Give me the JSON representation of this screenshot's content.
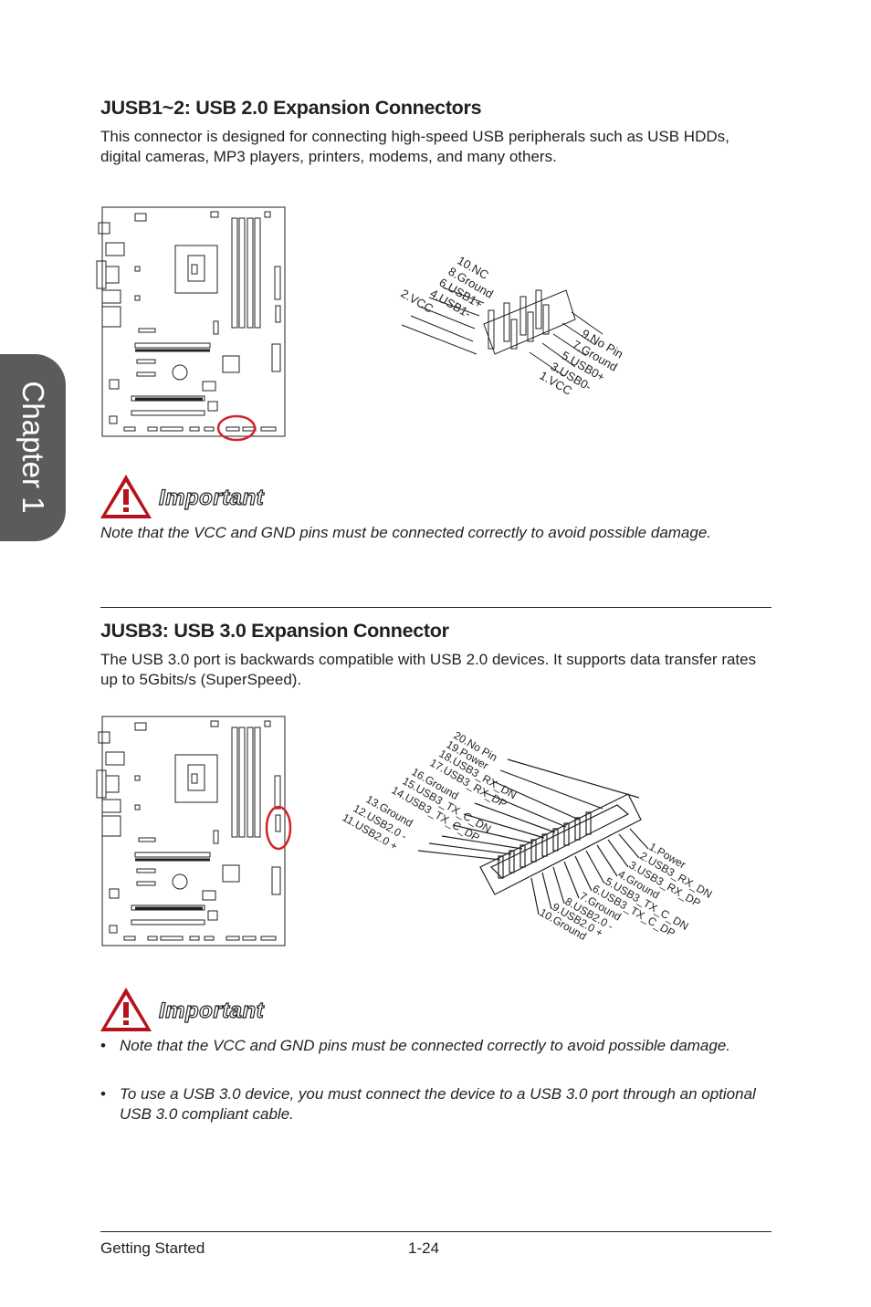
{
  "chapter_tab": "Chapter 1",
  "section1": {
    "heading": "JUSB1~2: USB 2.0 Expansion Connectors",
    "body": "This connector is designed for connecting high-speed USB peripherals such as USB HDDs, digital cameras, MP3 players, printers, modems, and many others.",
    "pins_left": [
      "10.NC",
      "8.Ground",
      "6.USB1+",
      "4.USB1-",
      "2.VCC"
    ],
    "pins_right": [
      "9.No Pin",
      "7.Ground",
      "5.USB0+",
      "3.USB0-",
      "1.VCC"
    ],
    "important_label": "Important",
    "note": "Note that the VCC and GND pins must be connected correctly to avoid possible damage."
  },
  "section2": {
    "heading": "JUSB3: USB 3.0 Expansion Connector",
    "body": "The USB 3.0 port is backwards compatible with USB 2.0 devices. It supports data transfer rates up to 5Gbits/s (SuperSpeed).",
    "pins_left": [
      "20.No Pin",
      "19.Power",
      "18.USB3_RX_DN",
      "17.USB3_RX_DP",
      "16.Ground",
      "15.USB3_TX_C_DN",
      "14.USB3_TX_C_DP",
      "13.Ground",
      "12.USB2.0 -",
      "11.USB2.0 +"
    ],
    "pins_right": [
      "1.Power",
      "2.USB3_RX_DN",
      "3.USB3_RX_DP",
      "4.Ground",
      "5.USB3_TX_C_DN",
      "6.USB3_TX_C_DP",
      "7.Ground",
      "8.USB2.0 -",
      "9.USB2.0 +",
      "10.Ground"
    ],
    "important_label": "Important",
    "notes": [
      "Note that the VCC and GND pins must be connected correctly to avoid possible damage.",
      "To use a USB 3.0 device, you must connect the device to a USB 3.0 port through an optional USB 3.0 compliant cable."
    ],
    "bullet_char": "•"
  },
  "footer": {
    "left": "Getting Started",
    "page": "1-24"
  },
  "colors": {
    "tab": "#5a5b5d",
    "warning": "#b5121b",
    "highlight": "#d2232a"
  },
  "icons": [
    "warning-triangle-icon",
    "motherboard-diagram",
    "usb2-header-diagram",
    "usb3-header-diagram"
  ]
}
